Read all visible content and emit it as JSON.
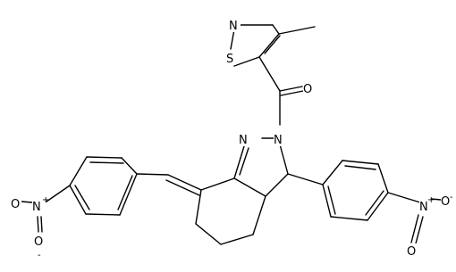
{
  "molecule": {
    "atoms": {
      "thiazole_N": "N",
      "thiazole_S": "S",
      "ketone_O": "O",
      "indazole_N1": "N",
      "indazole_N2": "N",
      "left_nitro_N": "N",
      "left_nitro_N_charge": "+",
      "left_nitro_O_top": "O",
      "left_nitro_O_bottom": "O",
      "left_nitro_O_charge": "-",
      "right_nitro_N": "N",
      "right_nitro_N_charge": "+",
      "right_nitro_O_top": "O",
      "right_nitro_O_bottom": "O",
      "right_nitro_O_charge": "-"
    }
  }
}
